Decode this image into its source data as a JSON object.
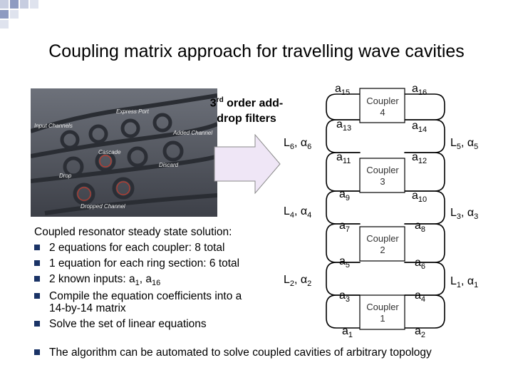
{
  "title": "Coupling matrix approach for travelling wave cavities",
  "filter_label": {
    "line1_sup": "rd",
    "line1_pre": "3",
    "line1_post": " order add-",
    "line2": "drop filters"
  },
  "image": {
    "labels": [
      "Express Port",
      "Input Channels",
      "Added Channel",
      "Cascade",
      "Drop",
      "Dropped Channel",
      "Discard"
    ]
  },
  "couplers": [
    {
      "label": "Coupler",
      "number": "4"
    },
    {
      "label": "Coupler",
      "number": "3"
    },
    {
      "label": "Coupler",
      "number": "2"
    },
    {
      "label": "Coupler",
      "number": "1"
    }
  ],
  "amplitudes": {
    "a15": {
      "base": "a",
      "sub": "15"
    },
    "a16": {
      "base": "a",
      "sub": "16"
    },
    "a13": {
      "base": "a",
      "sub": "13"
    },
    "a14": {
      "base": "a",
      "sub": "14"
    },
    "a11": {
      "base": "a",
      "sub": "11"
    },
    "a12": {
      "base": "a",
      "sub": "12"
    },
    "a9": {
      "base": "a",
      "sub": "9"
    },
    "a10": {
      "base": "a",
      "sub": "10"
    },
    "a7": {
      "base": "a",
      "sub": "7"
    },
    "a8": {
      "base": "a",
      "sub": "8"
    },
    "a5": {
      "base": "a",
      "sub": "5"
    },
    "a6": {
      "base": "a",
      "sub": "6"
    },
    "a3": {
      "base": "a",
      "sub": "3"
    },
    "a4": {
      "base": "a",
      "sub": "4"
    },
    "a1": {
      "base": "a",
      "sub": "1"
    },
    "a2": {
      "base": "a",
      "sub": "2"
    }
  },
  "sections": {
    "L6": {
      "l": "L",
      "ls": "6",
      "a": "α",
      "as": "6"
    },
    "L5": {
      "l": "L",
      "ls": "5",
      "a": "α",
      "as": "5"
    },
    "L4": {
      "l": "L",
      "ls": "4",
      "a": "α",
      "as": "4"
    },
    "L3": {
      "l": "L",
      "ls": "3",
      "a": "α",
      "as": "3"
    },
    "L2": {
      "l": "L",
      "ls": "2",
      "a": "α",
      "as": "2"
    },
    "L1": {
      "l": "L",
      "ls": "1",
      "a": "α",
      "as": "1"
    }
  },
  "body": {
    "heading": "Coupled resonator steady state solution:",
    "bullets": [
      "2 equations for each coupler: 8 total",
      "1 equation for each ring section: 6 total",
      "2 known inputs: a",
      "Compile the equation coefficients into a",
      "14-by-14 matrix",
      "Solve the set of linear equations"
    ],
    "inputs_sub1": "1",
    "inputs_mid": ", a",
    "inputs_sub2": "16",
    "last": "The algorithm can be automated to solve coupled cavities of arbitrary topology"
  },
  "colors": {
    "accent": "#1a3366",
    "arrow_fill": "#efe6f6",
    "photo_dark": "#4a4f58"
  }
}
